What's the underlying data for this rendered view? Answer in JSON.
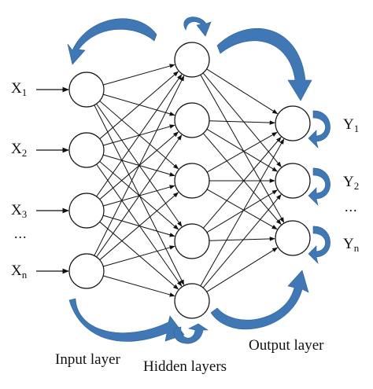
{
  "colors": {
    "arrow": "#3f78b4",
    "line": "#111111",
    "node_fill": "#ffffff"
  },
  "inputs": [
    {
      "base": "X",
      "sub": "1"
    },
    {
      "base": "X",
      "sub": "2"
    },
    {
      "base": "X",
      "sub": "3"
    },
    {
      "ellipsis": "..."
    },
    {
      "base": "X",
      "sub": "n"
    }
  ],
  "outputs": [
    {
      "base": "Y",
      "sub": "1"
    },
    {
      "base": "Y",
      "sub": "2"
    },
    {
      "ellipsis": "..."
    },
    {
      "base": "Y",
      "sub": "n"
    }
  ],
  "layer_labels": {
    "input": "Input layer",
    "hidden": "Hidden layers",
    "output": "Output layer"
  }
}
